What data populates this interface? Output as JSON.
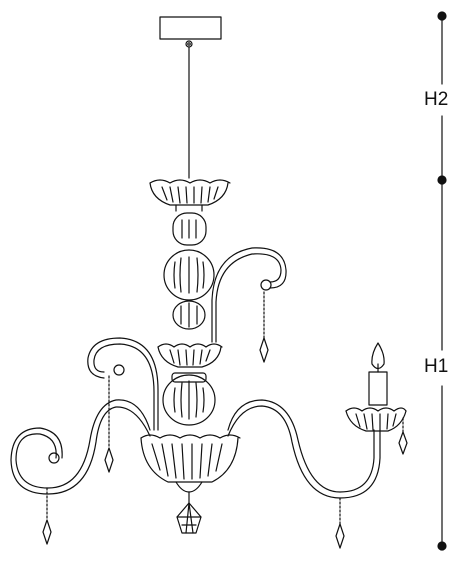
{
  "drawing": {
    "subject": "chandelier-elevation",
    "dimensions": [
      {
        "label": "H2"
      },
      {
        "label": "H1"
      }
    ]
  },
  "colors": {
    "line": "#111111",
    "background": "#ffffff"
  }
}
